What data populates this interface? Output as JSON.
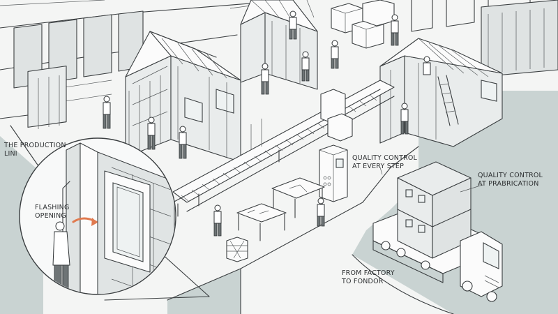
{
  "labels": {
    "production_line": [
      "THE PRODUCTION",
      "LINI"
    ],
    "flashing_opening": [
      "FLASHING",
      "OPENING"
    ],
    "quality_control_step": [
      "QUALITY CONTROL",
      "AT EVERY STEP"
    ],
    "quality_control_prefab": [
      "QUALITY CONTROL",
      "AT PRABRICATION"
    ],
    "factory_to_vendor": [
      "FROM FACTORY",
      "TO FONDOR"
    ]
  },
  "colors": {
    "floor": "#c9d3d2",
    "line": "#3a3e40",
    "wall": "#e9ecec",
    "accent_arrow": "#e07a4f"
  },
  "icons": [
    "worker-icon",
    "truck-icon",
    "conveyor-icon",
    "control-panel-icon",
    "arrow-icon"
  ]
}
